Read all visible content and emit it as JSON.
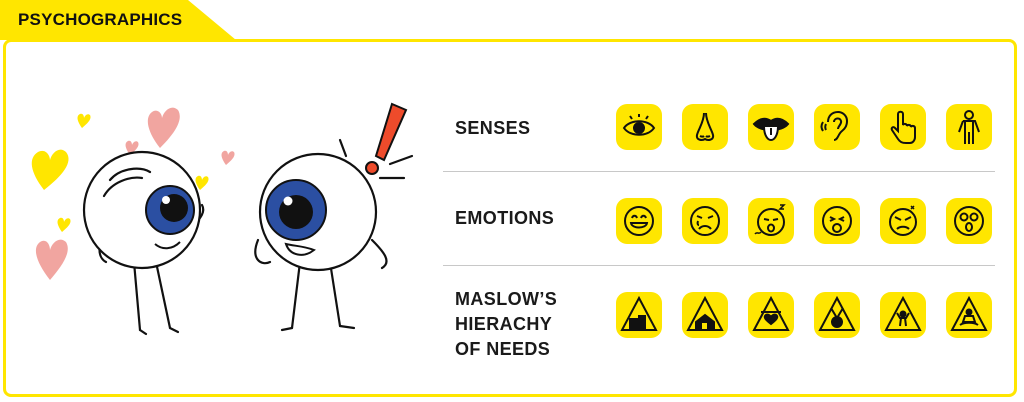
{
  "header": {
    "title": "PSYCHOGRAPHICS"
  },
  "colors": {
    "accent": "#FFE600",
    "iris": "#2B4FA2",
    "heart_pink": "#F1A5A0",
    "alert_red": "#EE4B2B",
    "text": "#1a1a1a"
  },
  "rows": [
    {
      "label_lines": [
        "SENSES"
      ],
      "icons": [
        "eye-icon",
        "nose-icon",
        "mouth-tongue-icon",
        "ear-icon",
        "touch-finger-icon",
        "body-icon"
      ]
    },
    {
      "label_lines": [
        "EMOTIONS"
      ],
      "icons": [
        "happy-face-icon",
        "crying-face-icon",
        "sleepy-face-icon",
        "baby-pacifier-face-icon",
        "angry-face-icon",
        "shocked-face-icon"
      ]
    },
    {
      "label_lines": [
        "MASLOW’S",
        "HIERACHY",
        "OF NEEDS"
      ],
      "icons": [
        "pyramid-physiological-icon",
        "pyramid-safety-house-icon",
        "pyramid-love-heart-icon",
        "pyramid-esteem-medal-icon",
        "pyramid-achievement-icon",
        "pyramid-meditation-icon"
      ]
    }
  ]
}
